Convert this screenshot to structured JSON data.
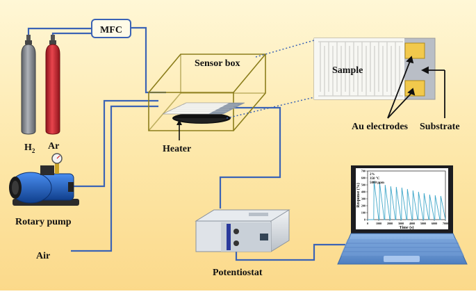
{
  "labels": {
    "mfc": "MFC",
    "h2": "H",
    "h2_sub": "2",
    "ar": "Ar",
    "sensor_box": "Sensor box",
    "sample": "Sample",
    "substrate": "Substrate",
    "au_electrodes": "Au electrodes",
    "heater": "Heater",
    "rotary_pump": "Rotary pump",
    "air": "Air",
    "potentiostat": "Potentiostat"
  },
  "colors": {
    "pipe": "#3b63b5",
    "box": "#8b7d1b",
    "h2_cylinder": "#7d8085",
    "ar_cylinder": "#c8232c",
    "pump": "#1f62c8",
    "electrode": "#f2c94c",
    "trace": "#3fa7c9"
  },
  "chart_data": {
    "type": "line",
    "annotations": [
      "2%",
      "350 °C",
      "5000 ppm"
    ],
    "xlabel": "Time (s)",
    "ylabel": "Response (%)",
    "x_ticks": [
      "0",
      "1000",
      "2000",
      "3000",
      "4000",
      "5000",
      "6000",
      "7000"
    ],
    "y_ticks": [
      "0",
      "100",
      "200",
      "300",
      "400",
      "500",
      "600",
      "700"
    ],
    "xlim": [
      0,
      7000
    ],
    "ylim": [
      0,
      700
    ],
    "series": [
      {
        "x": [
          0,
          550,
          580,
          1000,
          1050,
          1080,
          1500,
          1550,
          1580,
          2000,
          2050,
          2080,
          2500,
          2550,
          2580,
          3000,
          3050,
          3080,
          3500,
          3550,
          3580,
          4000,
          4050,
          4080,
          4500,
          4550,
          4580,
          5000,
          5050,
          5080,
          5500,
          5550,
          5580,
          6000,
          6050,
          6080,
          6500,
          6550,
          6580,
          7000
        ],
        "y": [
          0,
          0,
          560,
          0,
          0,
          530,
          0,
          0,
          500,
          0,
          0,
          480,
          0,
          0,
          470,
          0,
          0,
          460,
          0,
          0,
          440,
          0,
          0,
          420,
          0,
          0,
          400,
          0,
          0,
          380,
          0,
          0,
          360,
          0,
          0,
          350,
          0,
          0,
          340,
          0
        ]
      }
    ]
  }
}
